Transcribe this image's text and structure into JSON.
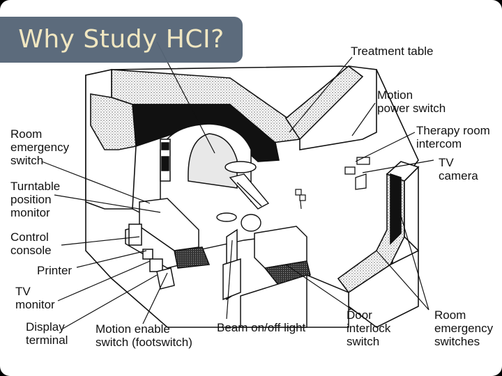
{
  "slide": {
    "title": "Why Study HCI?"
  },
  "labels": {
    "treatment_table": "Treatment table",
    "motion_power_switch": "Motion\npower switch",
    "therapy_room_intercom": "Therapy room\nintercom",
    "tv_camera": "TV\ncamera",
    "room_emergency_switch": "Room\nemergency\nswitch",
    "turntable_position_monitor": "Turntable\nposition\nmonitor",
    "control_console": "Control\nconsole",
    "printer": "Printer",
    "tv_monitor": "TV\nmonitor",
    "display_terminal": "Display\nterminal",
    "motion_enable_switch": "Motion enable\nswitch (footswitch)",
    "beam_on_off_light": "Beam on/off light",
    "door_interlock_switch": "Door\ninterlock\nswitch",
    "room_emergency_switches": "Room\nemergency\nswitches"
  },
  "colors": {
    "title_bg": "#566677",
    "title_text": "#f1e7bf",
    "line": "#111111"
  }
}
